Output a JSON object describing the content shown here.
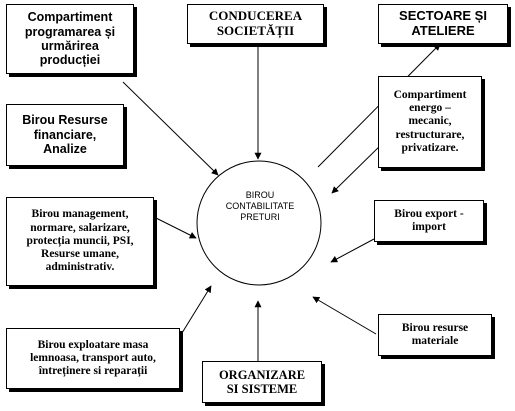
{
  "center": {
    "label": "BIROU\nCONTABILITATE\nPRETURI"
  },
  "boxes": {
    "comp_programare": "Compartiment\nprogramarea și\nurmărirea\nproducției",
    "conducerea": "CONDUCEREA\nSOCIETĂȚII",
    "sectoare": "SECTOARE ȘI\nATELIERE",
    "resurse_financiare": "Birou Resurse\nfinanciare,\nAnalize",
    "energo": "Compartiment\nenergo –\nmecanic,\nrestructurare,\nprivatizare.",
    "management": "Birou management,\nnormare, salarizare,\nprotecția muncii, PSI,\nResurse umane,\nadministrativ.",
    "export": "Birou export  -\nimport",
    "exploatare": "Birou exploatare masa\nlemnoasa, transport auto,\nîntreținere si reparații",
    "organizare": "ORGANIZARE\nSI SISTEME",
    "resurse_materiale": "Birou resurse\nmateriale"
  }
}
